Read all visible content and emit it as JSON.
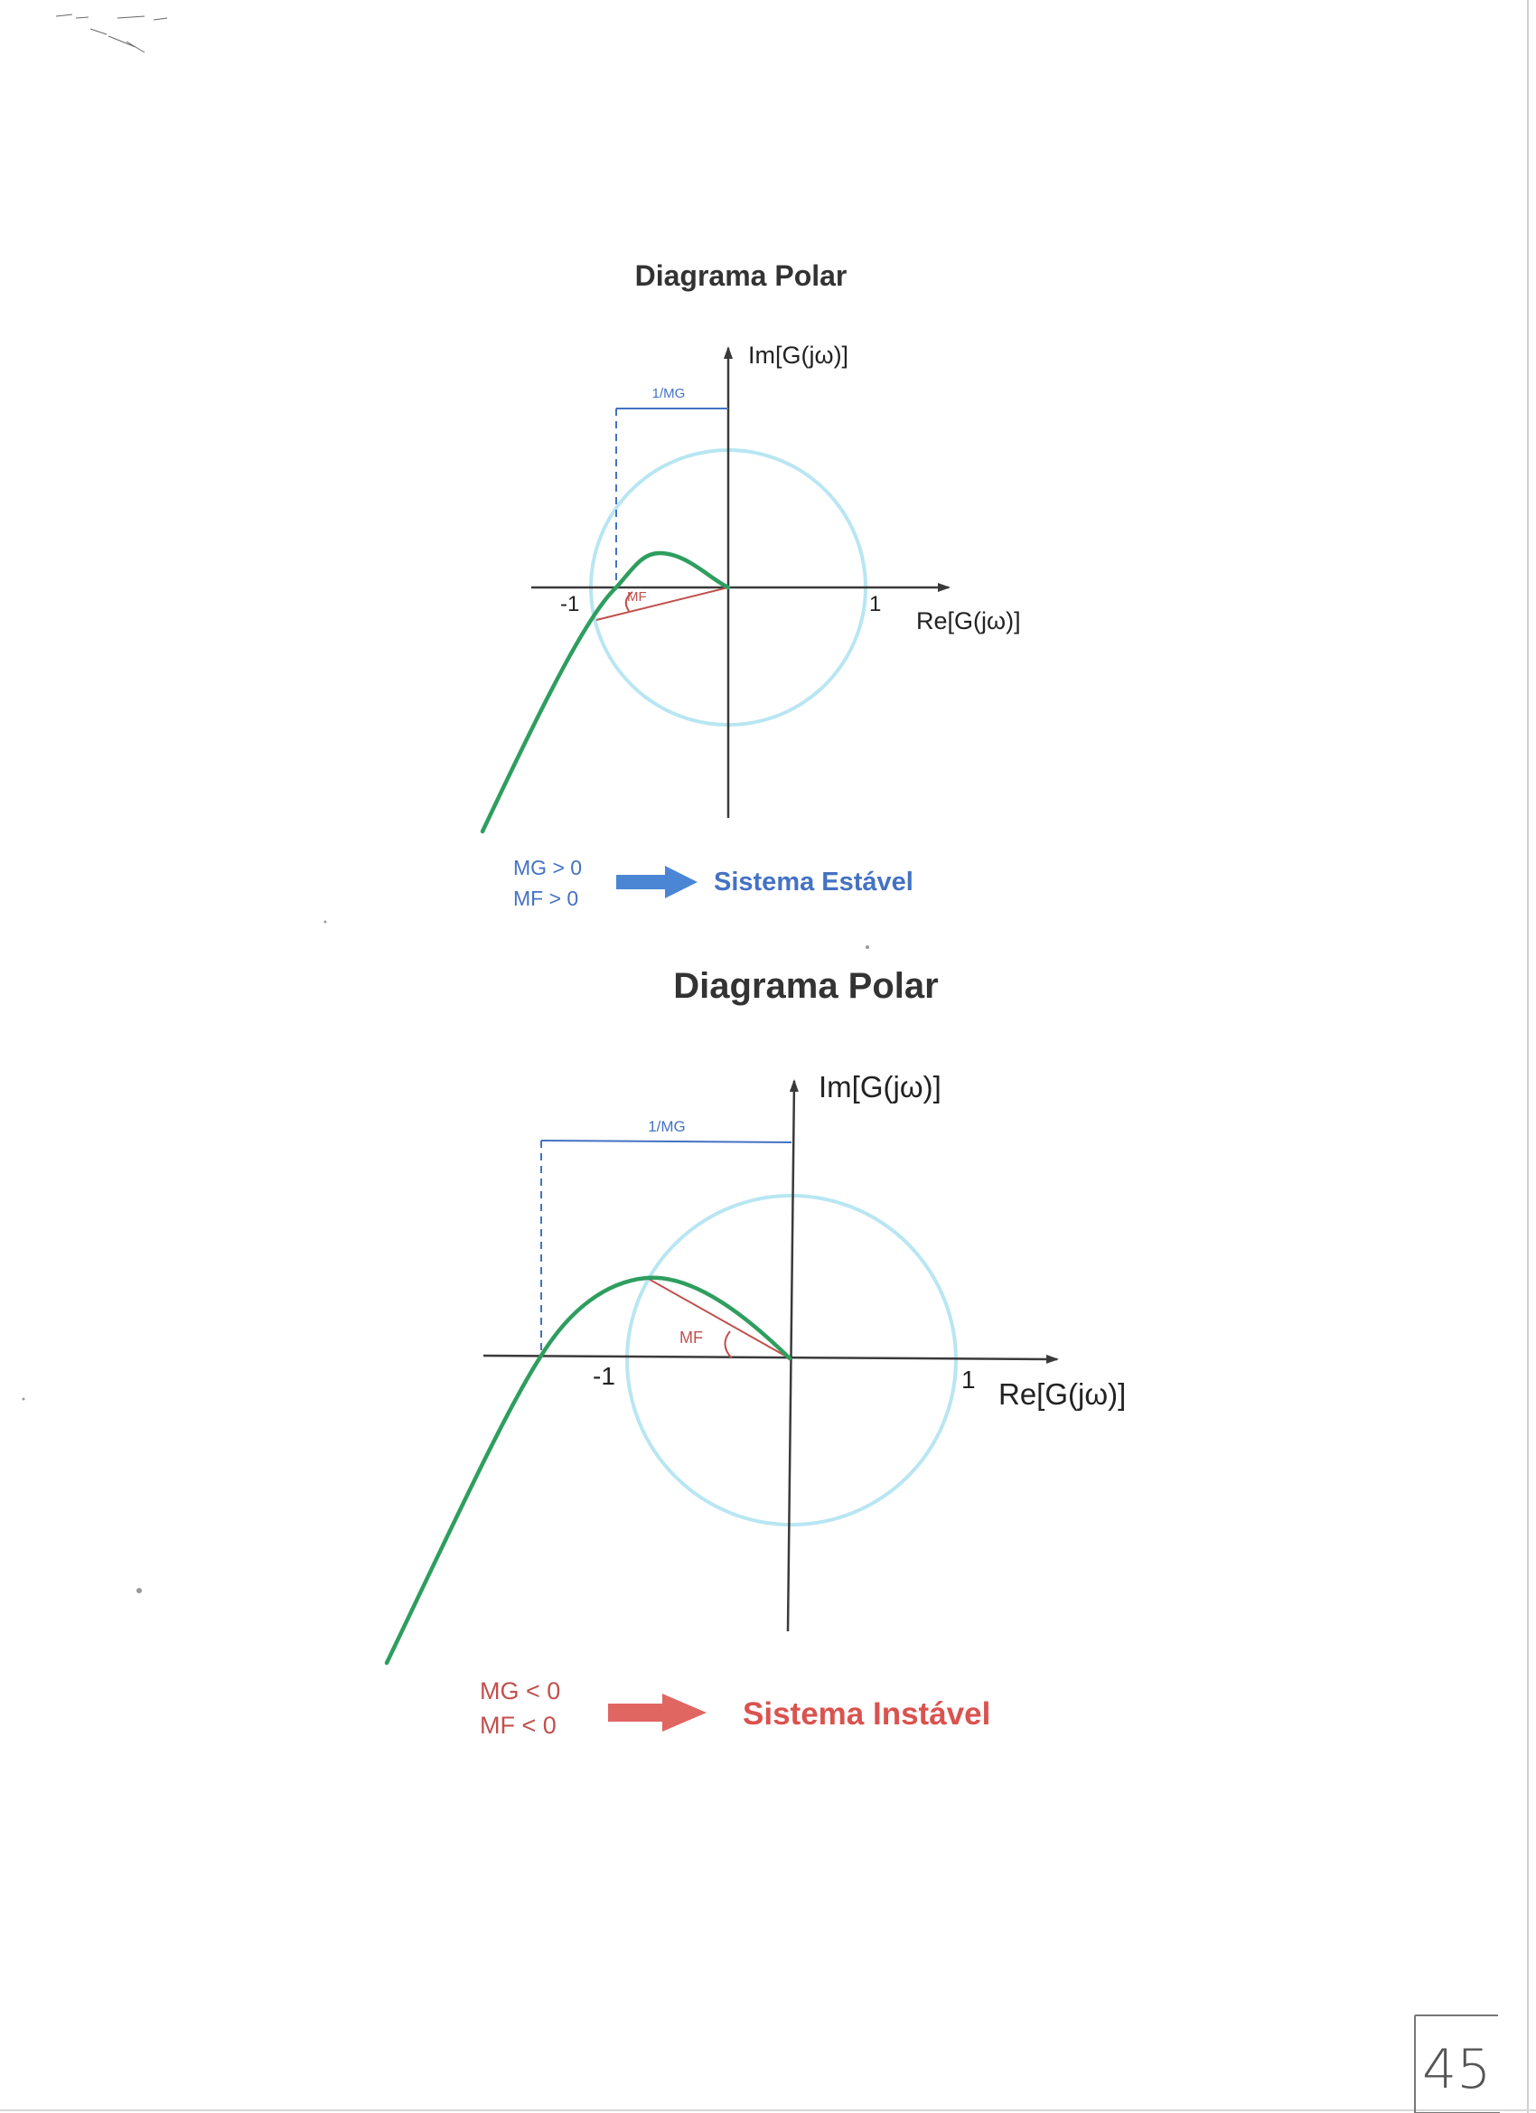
{
  "diagram1": {
    "title": "Diagrama Polar",
    "im_axis": "Im[G(jω)]",
    "re_axis": "Re[G(jω)]",
    "minus_one": "-1",
    "plus_one": "1",
    "gain_label": "1/MG",
    "phase_label": "MF",
    "cond_mg": "MG > 0",
    "cond_mf": "MF > 0",
    "status": "Sistema Estável",
    "status_color": "#4472c4"
  },
  "diagram2": {
    "title": "Diagrama Polar",
    "im_axis": "Im[G(jω)]",
    "re_axis": "Re[G(jω)]",
    "minus_one": "-1",
    "plus_one": "1",
    "gain_label": "1/MG",
    "phase_label": "MF",
    "cond_mg": "MG < 0",
    "cond_mf": "MF < 0",
    "status": "Sistema Instável",
    "status_color": "#d9534f"
  },
  "page_number": "45",
  "colors": {
    "curve": "#2e9e5e",
    "unit_circle": "#b8e6f2",
    "axes": "#3a3a3a",
    "gain_marker": "#4472c4",
    "phase_marker": "#c0504d"
  }
}
